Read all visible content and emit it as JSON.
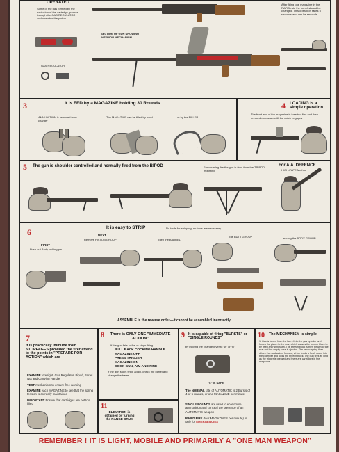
{
  "poster": {
    "top": {
      "operated_heading": "OPERATED",
      "operated_text": "Some of the gas formed by the explosion of the cartridge, passes through the GAS REGULATOR and operates the piston",
      "gas_regulator_label": "GAS REGULATOR",
      "section_label": "SECTION OF GUN SHOWING INTERIOR MECHANISM",
      "right_text": "After firing one magazine in the RAPID rate the barrel should be changed. This operation takes 5 seconds and can be seconds"
    },
    "s3": {
      "num": "3",
      "heading": "It is FED by a MAGAZINE holding 30 Rounds",
      "cap1": "AMMUNITION is removed from charger",
      "cap2": "The MAGAZINE can be filled by hand",
      "cap3": "or by the FILLER"
    },
    "s4": {
      "num": "4",
      "heading": "LOADING is a simple operation",
      "text": "The front end of the magazine is inserted first and then pressed downwards till the catch engages"
    },
    "s5": {
      "num": "5",
      "heading": "The gun is shoulder controlled and normally fired from the BIPOD",
      "mid_text": "For covering fire the gun is fired from the TRIPOD mounting",
      "right_heading": "For A.A. DEFENCE",
      "right_sub": "HIGH-PAPE Method"
    },
    "s6": {
      "num": "6",
      "heading": "It is easy to STRIP",
      "sub": "No tools for stripping, no tools are necessary",
      "first": "FIRST",
      "first_text": "Push out Body locking pin",
      "next": "NEXT",
      "next_text": "Remove PISTON GROUP",
      "barrel": "Then the BARREL",
      "butt": "The BUTT GROUP",
      "body": "leaving the BODY GROUP",
      "assemble": "ASSEMBLE is the reverse order—it cannot be assembled incorrectly"
    },
    "s7": {
      "num": "7",
      "heading": "It is practically immune from STOPPAGES provided the firer attend to the points in \"PREPARE FOR ACTION\" which are—",
      "examine_label": "EXAMINE",
      "examine_text": "foresight, Gas Regulator, Bipod, Barrel Nut and Carrying Handle",
      "test_label": "TEST",
      "test_text": "mechanism to ensure free working",
      "examine2_label": "EXAMINE",
      "examine2_text": "each MAGAZINE to see that the spring tension is correctly maintained",
      "important_label": "IMPORTANT",
      "important_text": "Ensure that cartridges are not too filled"
    },
    "s8": {
      "num": "8",
      "heading": "There is ONLY ONE \"IMMEDIATE ACTION\"",
      "sub": "If the gun fails to fire or stops firing",
      "actions": [
        "PULL BACK COCKING HANDLE",
        "MAGAZINE OFF",
        "PRESS TRIGGER",
        "MAGAZINE ON",
        "COCK GUN, AIM AND FIRE"
      ],
      "text": "If the gun stops firing again, check the barrel and change the barrel"
    },
    "s9": {
      "num": "9",
      "heading": "It is capable of firing \"BURSTS\" or \"SINGLE ROUNDS\"",
      "sub": "by moving the change lever to \"A\" or \"R\"",
      "safe": "\"S\" IS SAFE",
      "normal_label": "The NORMAL",
      "normal_text": "rate of AUTOMATIC is 2 Bursts of 4 or 5 rounds, or one MAGAZINE per minute",
      "single_label": "SINGLE ROUNDS",
      "single_text": "are used to economise ammunition and conceal the presence of an AUTOMATIC weapon",
      "rapid_label": "RAPID FIRE",
      "rapid_text": "(four MAGAZINES per minute) is only for",
      "rapid_emph": "EMERGENCIES"
    },
    "s10": {
      "num": "10",
      "heading": "The MECHANISM is simple",
      "text": "1. Gas is forced from the barrel into the gas cylinder and forces the piston to the rear, which causes the breech block to be lifted and withdrawn. The breech block is then thrown to the rear and the empty case is ejected. The return spring then drives the mechanism forward, which feeds a fresh round into the chamber and locks the breech block. The gun fires as long as the trigger is pressed and there are cartridges in the magazine."
    },
    "s11": {
      "num": "11",
      "heading": "ELEVATION is obtained by turning the RANGE DRUM"
    },
    "footer": "REMEMBER ! IT IS LIGHT, MOBILE AND PRIMARILY A \"ONE MAN WEAPON\""
  }
}
